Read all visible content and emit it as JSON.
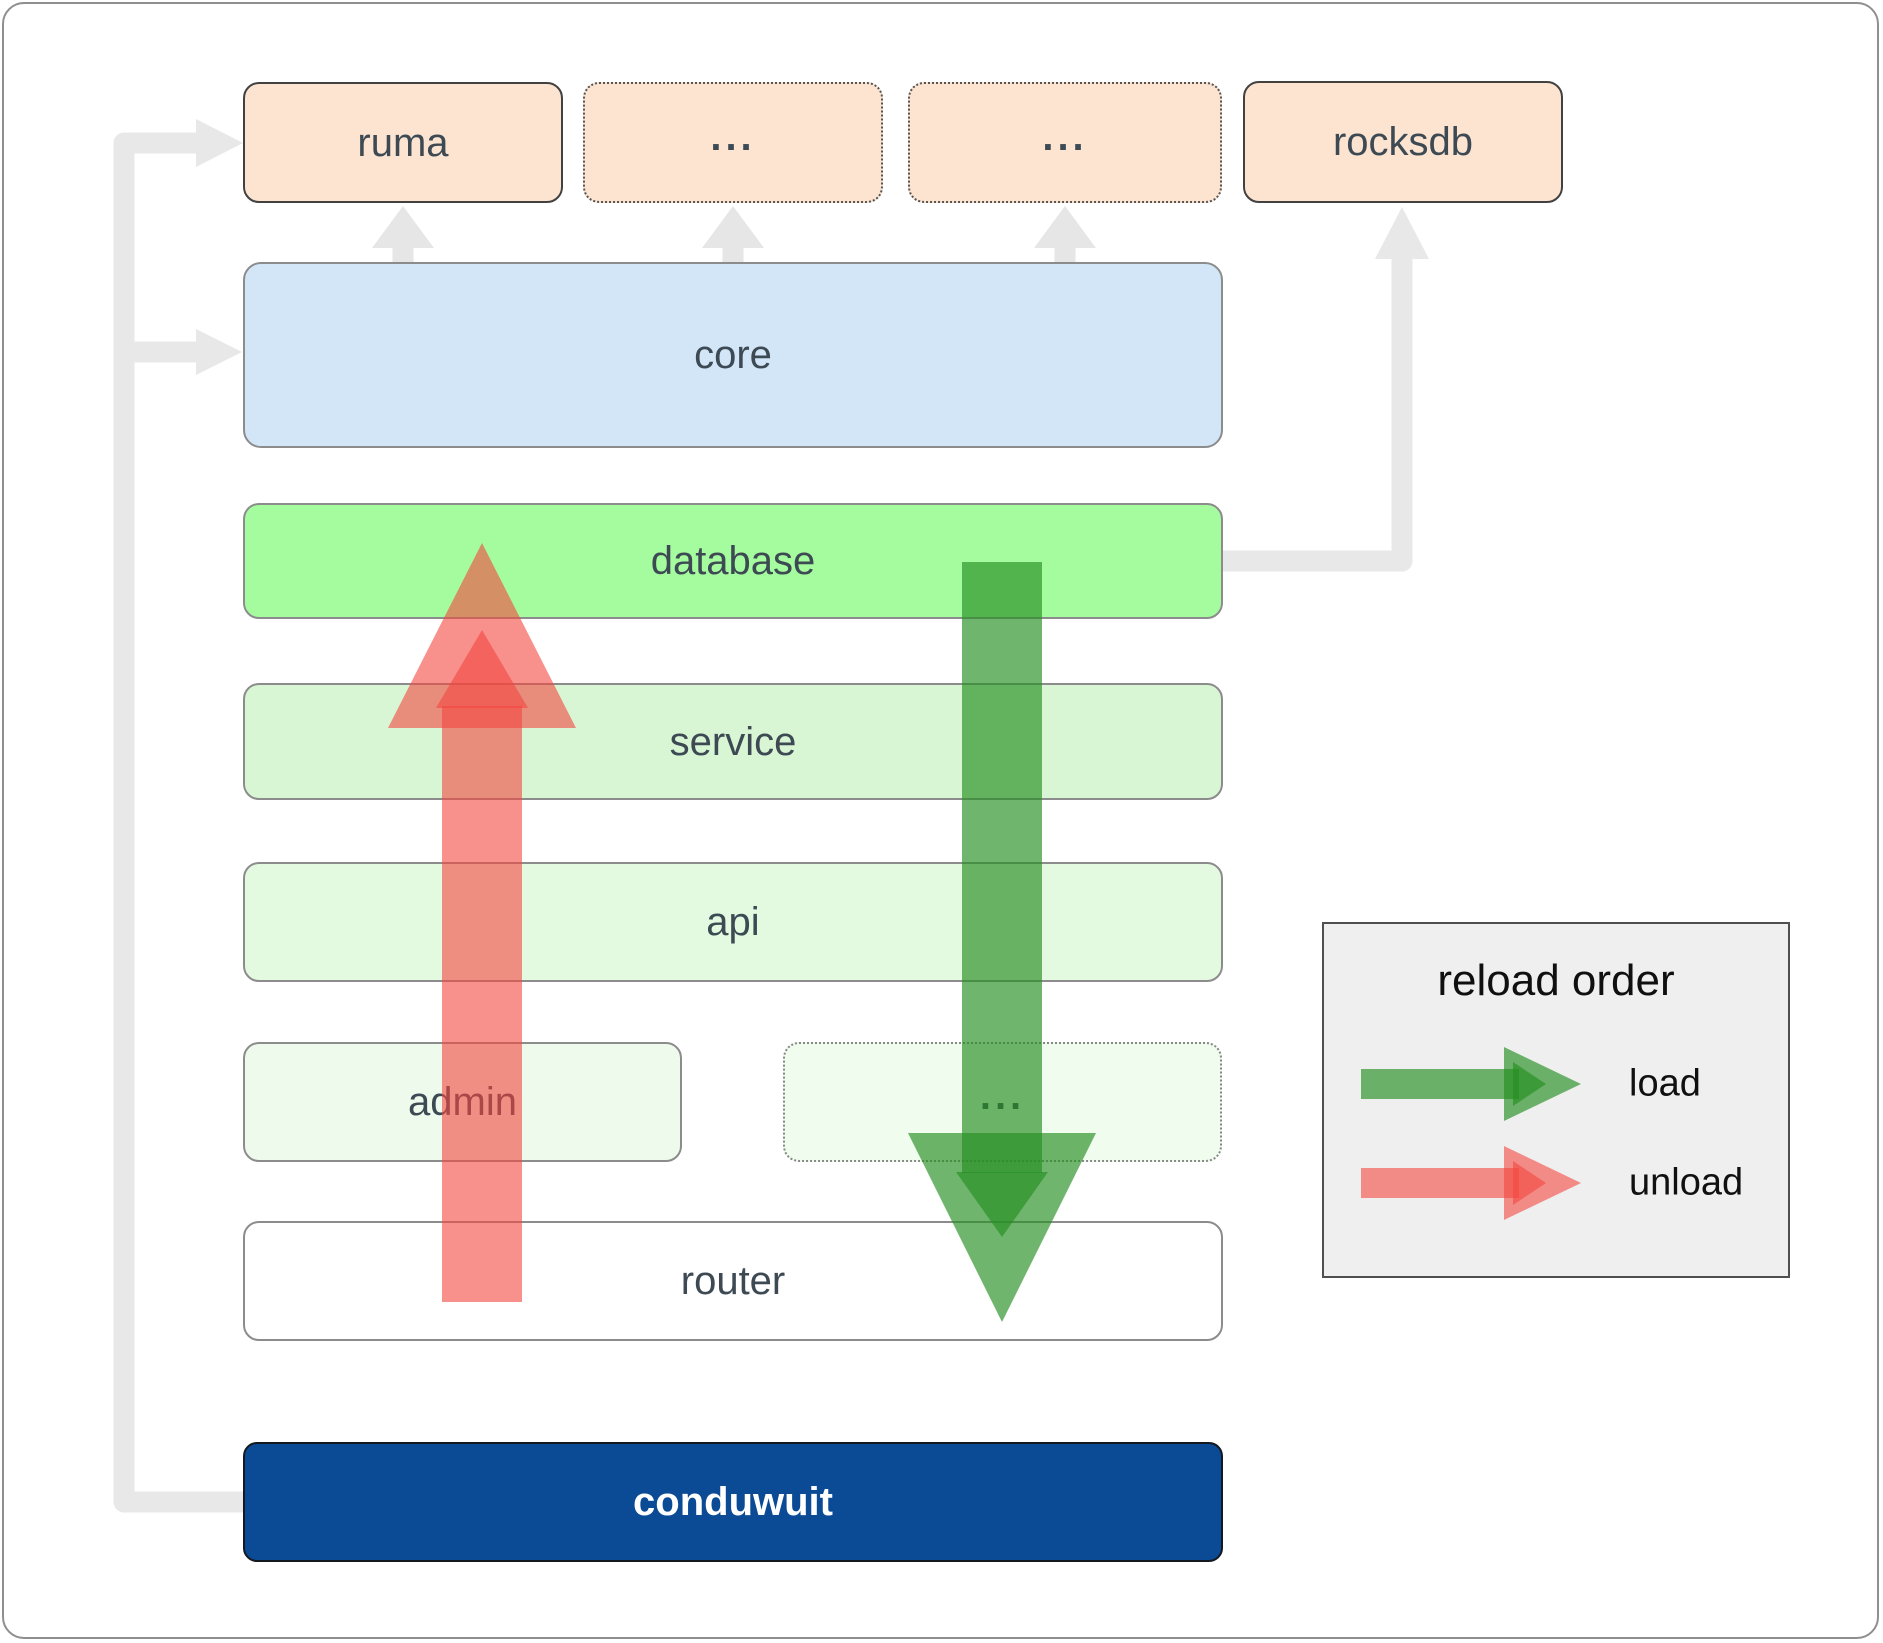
{
  "nodes": {
    "ruma": "ruma",
    "ellipsis_top_1": "...",
    "ellipsis_top_2": "...",
    "rocksdb": "rocksdb",
    "core": "core",
    "database": "database",
    "service": "service",
    "api": "api",
    "admin": "admin",
    "ellipsis_admin": "...",
    "router": "router",
    "conduwuit": "conduwuit"
  },
  "legend": {
    "title": "reload order",
    "items": [
      {
        "label": "load",
        "color": "#44a340"
      },
      {
        "label": "unload",
        "color": "#f2665f"
      }
    ]
  },
  "colors": {
    "load_arrow": "rgba(38,143,34,0.66)",
    "unload_arrow": "rgba(244,70,64,0.6)",
    "connector_gray": "#e8e8e8",
    "node_fill_external": "#fce4d1",
    "node_fill_core": "#d3e6f8",
    "node_fill_database": "#a5fc9e",
    "node_fill_service": "#d8f6d4",
    "node_fill_api": "#e3fae1",
    "node_fill_admin": "#eefbec",
    "node_fill_router": "#ffffff",
    "node_fill_app": "#0b4a94"
  }
}
